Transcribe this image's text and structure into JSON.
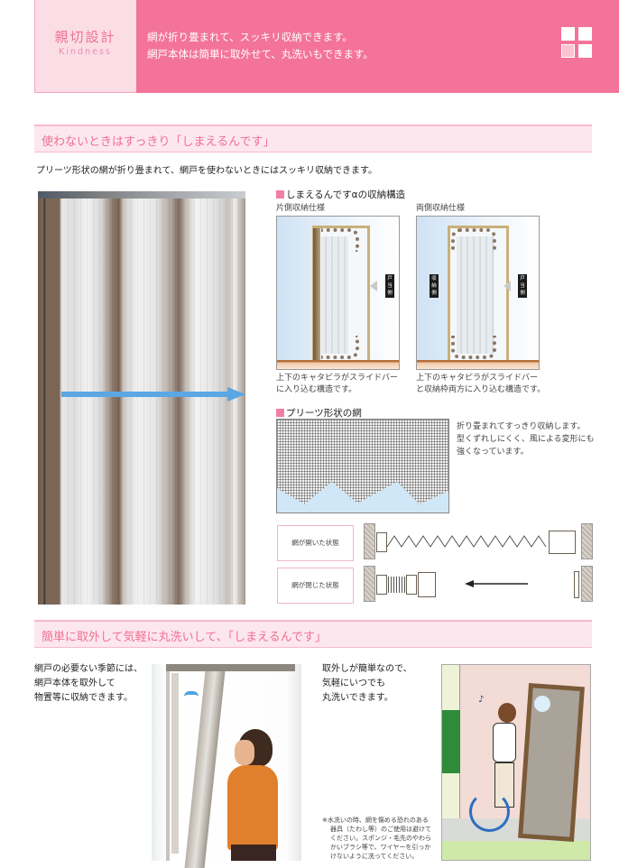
{
  "header": {
    "title": "親切設計",
    "subtitle": "Kindness",
    "lines": [
      "網が折り畳まれて、スッキリ収納できます。",
      "網戸本体は簡単に取外せて、丸洗いもできます。"
    ],
    "colors": {
      "accent": "#f4739a",
      "light": "#fbdde6",
      "text_pink": "#ee7198"
    }
  },
  "section1": {
    "heading": "使わないときはすっきり「しまえるんです」",
    "intro": "プリーツ形状の網が折り畳まれて、網戸を使わないときにはスッキリ収納できます。",
    "structure": {
      "heading": "しまえるんですαの収納構造",
      "one_side": {
        "label": "片側収納仕様",
        "tag_right": "戸当側",
        "caption": [
          "上下のキャタピラがスライドバー",
          "に入り込む構造です。"
        ]
      },
      "both_sides": {
        "label": "両側収納仕様",
        "tag_left": "収納側",
        "tag_right": "戸当側",
        "caption": [
          "上下のキャタピラがスライドバー",
          "と収納枠両方に入り込む構造です。"
        ]
      }
    },
    "mesh": {
      "heading": "プリーツ形状の網",
      "description": [
        "折り畳まれてすっきり収納します。",
        "型くずれしにくく、風による変形にも",
        "強くなっています。"
      ]
    },
    "states": {
      "open_label": "網が開いた状態",
      "closed_label": "網が閉じた状態"
    }
  },
  "section2": {
    "heading": "簡単に取外して気軽に丸洗いして、「しまえるんです」",
    "left_text": [
      "網戸の必要ない季節には、",
      "網戸本体を取外して",
      "物置等に収納できます。"
    ],
    "right_text": [
      "取外しが簡単なので、",
      "気軽にいつでも",
      "丸洗いできます。"
    ],
    "note": [
      "※水洗いの時、網を傷める恐れのある",
      "器具（たわし等）のご使用は避けて",
      "ください。スポンジ・毛先のやわら",
      "かいブラシ等で、ワイヤーを引っか",
      "けないように洗ってください。"
    ]
  }
}
